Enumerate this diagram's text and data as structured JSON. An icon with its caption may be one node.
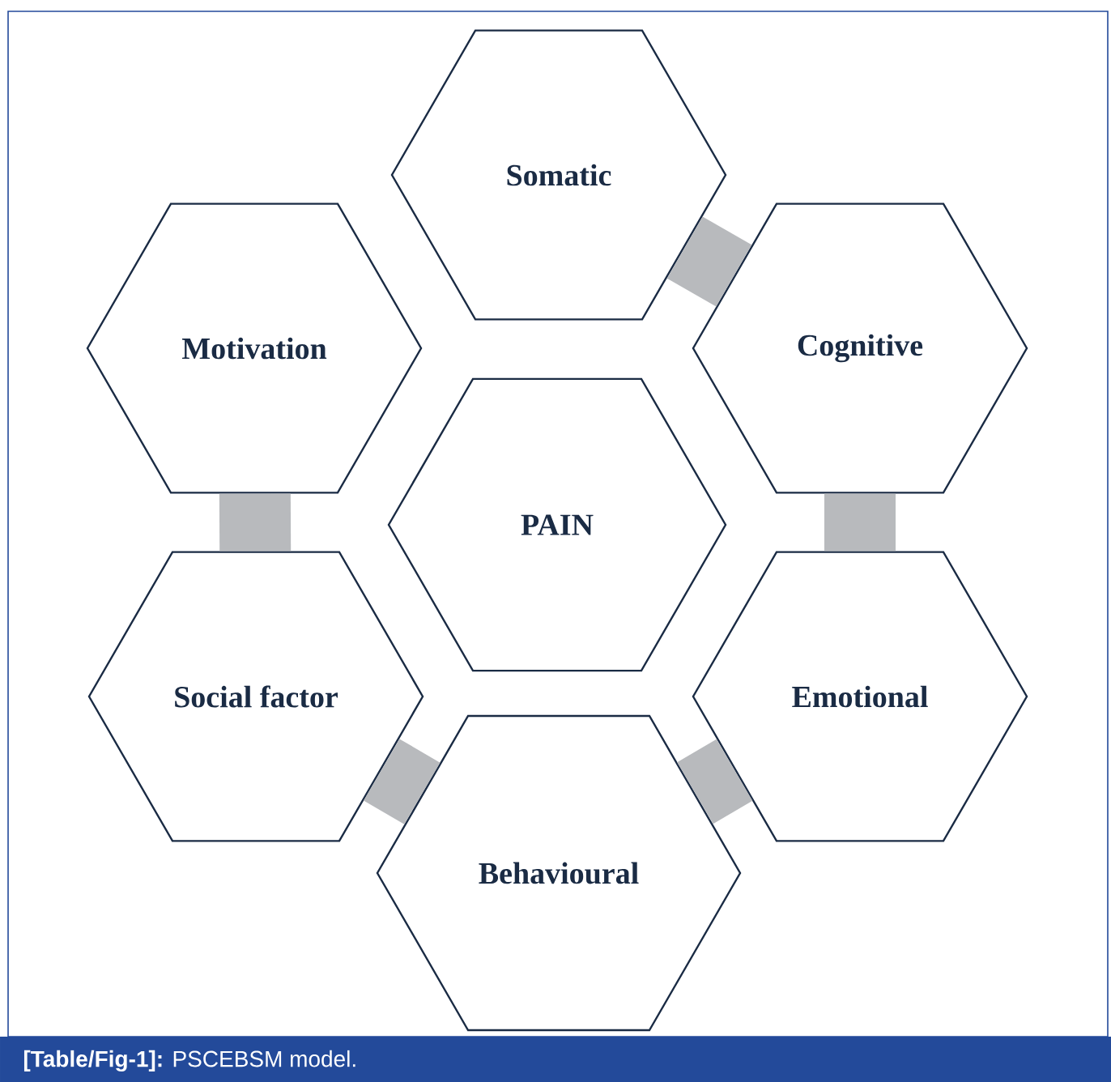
{
  "diagram": {
    "caption": "**[Table/Fig-1]:** PSCEBSM model.",
    "nodes": [
      {
        "text": [
          "Somatic"
        ]
      },
      {
        "text": [
          "Motivation"
        ]
      },
      {
        "text": [
          "Cognitive"
        ]
      },
      {
        "text": [
          "PAIN"
        ]
      },
      {
        "text": [
          "Social factor"
        ]
      },
      {
        "text": [
          "Emotional"
        ]
      },
      {
        "text": [
          "Behavioural"
        ]
      }
    ],
    "edges": [
      {
        "from": 0,
        "to": 2,
        "arrow": "none"
      },
      {
        "from": 2,
        "to": 5,
        "arrow": "none"
      },
      {
        "from": 5,
        "to": 6,
        "arrow": "none"
      },
      {
        "from": 6,
        "to": 4,
        "arrow": "none"
      },
      {
        "from": 4,
        "to": 1,
        "arrow": "none"
      }
    ]
  }
}
